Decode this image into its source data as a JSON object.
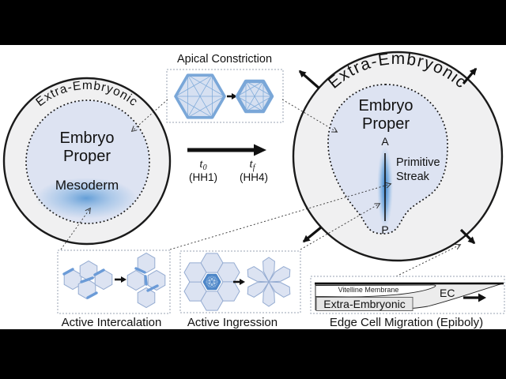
{
  "figure": {
    "description": "Chick embryo gastrulation schematic from HH1 to HH4"
  },
  "timeline": {
    "t0": "t",
    "t0_sub": "0",
    "t0_stage": "(HH1)",
    "tf": "t",
    "tf_sub": "f",
    "tf_stage": "(HH4)"
  },
  "left_circle": {
    "outer_label": "Extra-Embryonic",
    "inner_label_line1": "Embryo",
    "inner_label_line2": "Proper",
    "mesoderm_label": "Mesoderm"
  },
  "right_circle": {
    "outer_label": "Extra-Embryonic",
    "inner_label_line1": "Embryo",
    "inner_label_line2": "Proper",
    "anterior_label": "A",
    "posterior_label": "P",
    "streak_label_line1": "Primitive",
    "streak_label_line2": "Streak"
  },
  "insets": {
    "apical": {
      "title": "Apical Constriction"
    },
    "intercalation": {
      "title": "Active Intercalation"
    },
    "ingression": {
      "title": "Active Ingression"
    },
    "edge_migration": {
      "title": "Edge Cell Migration (Epiboly)",
      "membrane_label": "Vitelline Membrane",
      "tissue_label": "Extra-Embryonic",
      "edge_cell_label": "EC"
    }
  },
  "colors": {
    "cell_border_blue": "#7aa7d8",
    "cell_fill_blue": "#dce3f2",
    "highlight_blue": "#6b9bd7",
    "tissue_blue": "#5d9ad5",
    "ring_gray": "#f0f0f1",
    "letterbox": "#000000"
  }
}
